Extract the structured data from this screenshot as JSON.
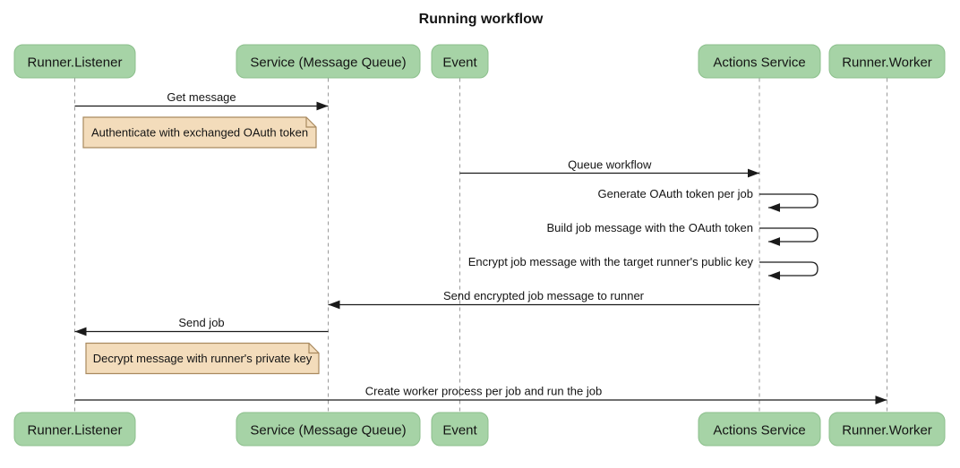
{
  "title": "Running workflow",
  "actors": [
    {
      "id": "runner-listener",
      "label": "Runner.Listener"
    },
    {
      "id": "service-message-queue",
      "label": "Service (Message Queue)"
    },
    {
      "id": "event",
      "label": "Event"
    },
    {
      "id": "actions-service",
      "label": "Actions Service"
    },
    {
      "id": "runner-worker",
      "label": "Runner.Worker"
    }
  ],
  "messages": [
    {
      "from": "Runner.Listener",
      "to": "Service (Message Queue)",
      "label": "Get message"
    },
    {
      "from": "Event",
      "to": "Actions Service",
      "label": "Queue workflow"
    },
    {
      "from": "Actions Service",
      "to": "Actions Service",
      "label": "Generate OAuth token per job"
    },
    {
      "from": "Actions Service",
      "to": "Actions Service",
      "label": "Build job message with the OAuth token"
    },
    {
      "from": "Actions Service",
      "to": "Actions Service",
      "label": "Encrypt job message with the target runner's public key"
    },
    {
      "from": "Actions Service",
      "to": "Service (Message Queue)",
      "label": "Send encrypted job message to runner"
    },
    {
      "from": "Service (Message Queue)",
      "to": "Runner.Listener",
      "label": "Send job"
    },
    {
      "from": "Runner.Listener",
      "to": "Runner.Worker",
      "label": "Create worker process per job and run the job"
    }
  ],
  "notes": [
    {
      "over": "Runner.Listener",
      "label": "Authenticate with exchanged OAuth token"
    },
    {
      "over": "Runner.Listener",
      "label": "Decrypt message with runner's private key"
    }
  ],
  "colors": {
    "background": "#ffffff",
    "actor_fill": "#a6d3a6",
    "actor_border": "#8cbf8c",
    "note_fill": "#f3dcbb",
    "note_border": "#a98a5f",
    "line": "#1a1a1a",
    "lifeline": "#9a9a9a",
    "text": "#141414"
  }
}
